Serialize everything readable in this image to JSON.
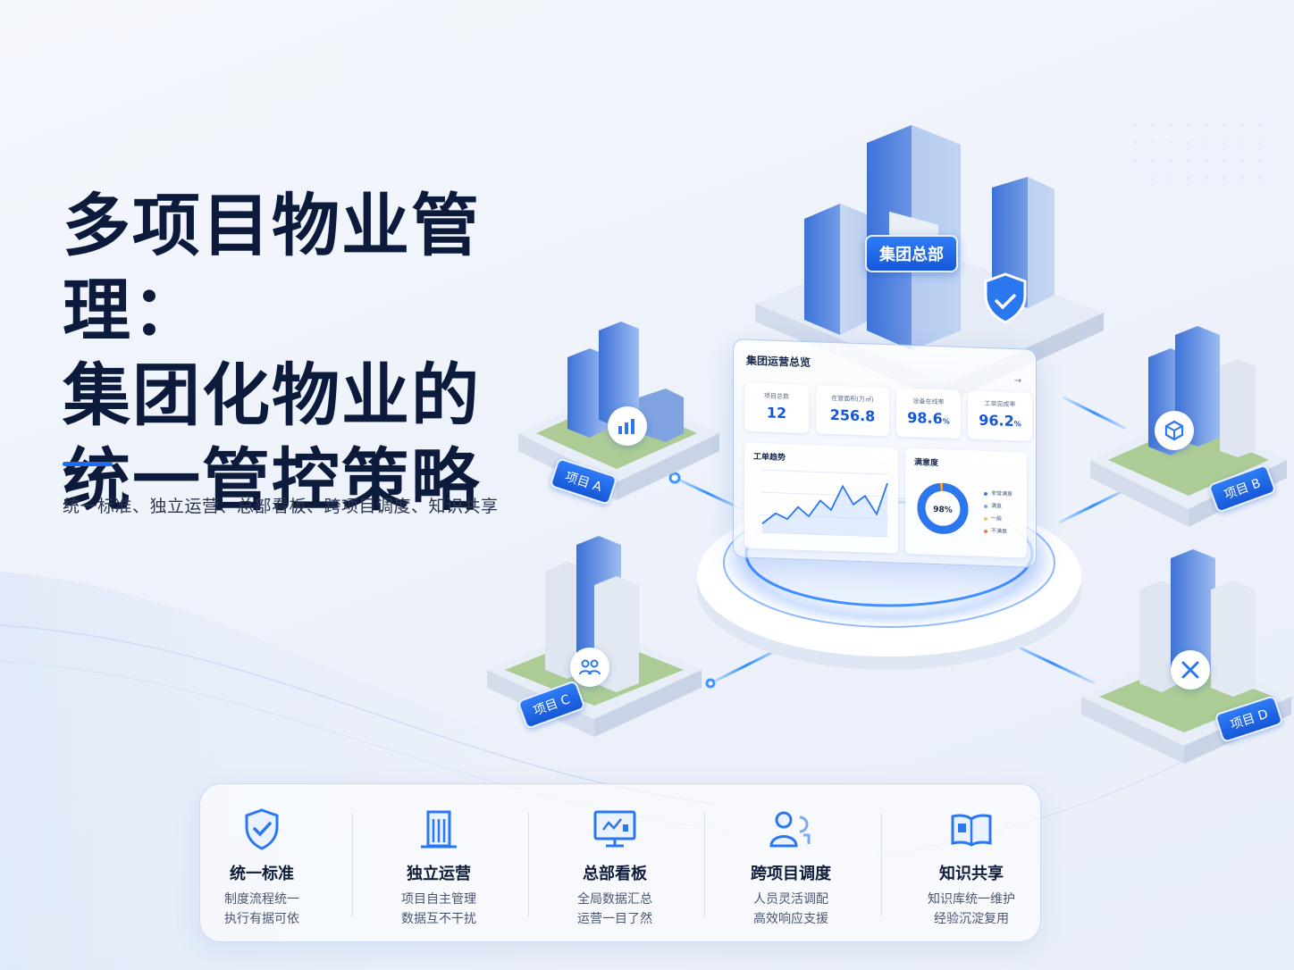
{
  "hero": {
    "title_line1": "多项目物业管理：",
    "title_line2": "集团化物业的",
    "title_line3": "统一管控策略",
    "subtitle": "统一标准、独立运营、总部看板、跨项目调度、知识共享"
  },
  "scene": {
    "hq_label": "集团总部",
    "projects": [
      {
        "label": "项目 A",
        "icon": "bar-chart-icon"
      },
      {
        "label": "项目 B",
        "icon": "cube-icon"
      },
      {
        "label": "项目 C",
        "icon": "people-icon"
      },
      {
        "label": "项目 D",
        "icon": "tools-icon"
      }
    ]
  },
  "dashboard": {
    "title": "集团运营总览",
    "more": "→",
    "kpis": [
      {
        "label": "项目总数",
        "value": "12",
        "unit": ""
      },
      {
        "label": "在管面积(万㎡)",
        "value": "256.8",
        "unit": ""
      },
      {
        "label": "设备在线率",
        "value": "98.6",
        "unit": "%"
      },
      {
        "label": "工单完成率",
        "value": "96.2",
        "unit": "%"
      }
    ],
    "trend_title": "工单趋势",
    "donut_title": "满意度",
    "donut_value": "98%",
    "donut_fraction": 0.98,
    "legend": [
      "非常满意",
      "满意",
      "一般",
      "不满意"
    ]
  },
  "colors": {
    "accent": "#1e6bf2",
    "title": "#0c1a3c",
    "orange": "#f5a23a"
  },
  "features": [
    {
      "icon": "shield-check-icon",
      "title": "统一标准",
      "desc1": "制度流程统一",
      "desc2": "执行有据可依"
    },
    {
      "icon": "building-icon",
      "title": "独立运营",
      "desc1": "项目自主管理",
      "desc2": "数据互不干扰"
    },
    {
      "icon": "monitor-dashboard-icon",
      "title": "总部看板",
      "desc1": "全局数据汇总",
      "desc2": "运营一目了然"
    },
    {
      "icon": "users-exchange-icon",
      "title": "跨项目调度",
      "desc1": "人员灵活调配",
      "desc2": "高效响应支援"
    },
    {
      "icon": "open-book-icon",
      "title": "知识共享",
      "desc1": "知识库统一维护",
      "desc2": "经验沉淀复用"
    }
  ]
}
